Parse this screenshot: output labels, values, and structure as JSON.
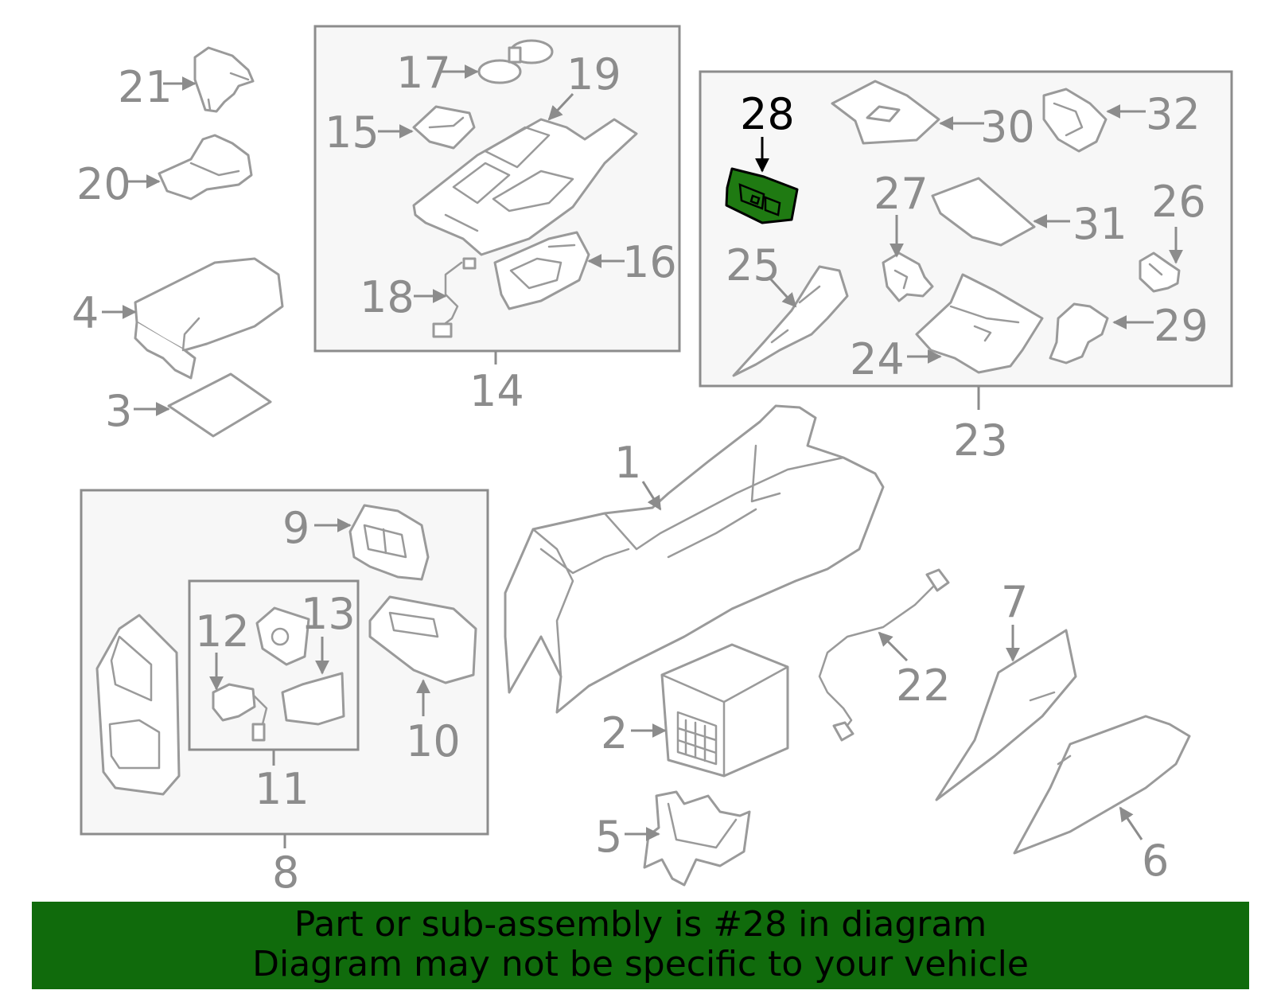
{
  "highlight": {
    "part": "28",
    "color": "#1f7a12"
  },
  "callouts": {
    "c1": "1",
    "c2": "2",
    "c3": "3",
    "c4": "4",
    "c5": "5",
    "c6": "6",
    "c7": "7",
    "c8": "8",
    "c9": "9",
    "c10": "10",
    "c11": "11",
    "c12": "12",
    "c13": "13",
    "c14": "14",
    "c15": "15",
    "c16": "16",
    "c17": "17",
    "c18": "18",
    "c19": "19",
    "c20": "20",
    "c21": "21",
    "c22": "22",
    "c23": "23",
    "c24": "24",
    "c25": "25",
    "c26": "26",
    "c27": "27",
    "c28": "28",
    "c29": "29",
    "c30": "30",
    "c31": "31",
    "c32": "32"
  },
  "banner": {
    "line1": "Part or sub-assembly is #28 in diagram",
    "line2": "Diagram may not be specific to your vehicle",
    "background": "#106b0c"
  }
}
